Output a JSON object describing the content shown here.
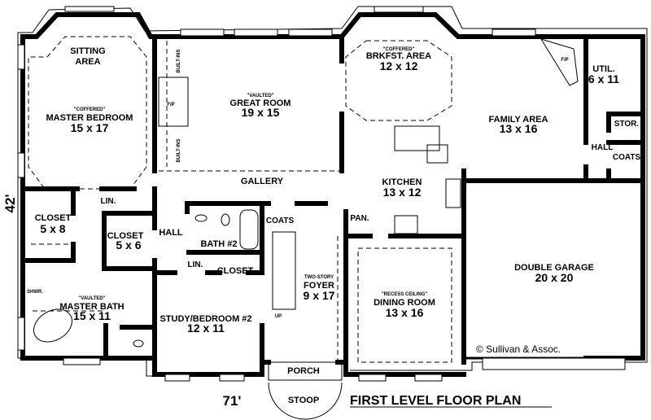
{
  "title": "FIRST LEVEL FLOOR PLAN",
  "copyright": "© Sullivan & Assoc.",
  "dimensions": {
    "width": "71'",
    "depth": "42'"
  },
  "rooms": {
    "sitting": {
      "name_1": "SITTING",
      "name_2": "AREA"
    },
    "master_bedroom": {
      "note": "\"COFFERED\"",
      "name": "MASTER BEDROOM",
      "size": "15 x 17"
    },
    "great_room": {
      "note": "\"VAULTED\"",
      "name": "GREAT ROOM",
      "size": "19 x 15"
    },
    "breakfast": {
      "note": "\"COFFERED\"",
      "name": "BRKFST. AREA",
      "size": "12 x 12"
    },
    "family": {
      "name": "FAMILY AREA",
      "size": "13 x 16"
    },
    "util": {
      "name": "UTIL.",
      "size": "6 x 11"
    },
    "stor": {
      "name": "STOR."
    },
    "hall_right": {
      "name": "HALL"
    },
    "coats_right": {
      "name": "COATS"
    },
    "kitchen": {
      "name": "KITCHEN",
      "size": "13 x 12"
    },
    "pantry": {
      "name": "PAN."
    },
    "gallery": {
      "name": "GALLERY"
    },
    "coats_foyer": {
      "name": "COATS"
    },
    "closet_1": {
      "name": "CLOSET",
      "size": "5 x 8"
    },
    "closet_2": {
      "name": "CLOSET",
      "size": "5 x 6"
    },
    "lin_1": {
      "name": "LIN."
    },
    "lin_2": {
      "name": "LIN."
    },
    "hall_left": {
      "name": "HALL"
    },
    "bath2": {
      "name": "BATH #2"
    },
    "closet_3": {
      "name": "CLOSET"
    },
    "foyer": {
      "note": "TWO-STORY",
      "name": "FOYER",
      "size": "9 x 17"
    },
    "stair": {
      "label": "UP"
    },
    "master_bath": {
      "note": "\"VAULTED\"",
      "name": "MASTER BATH",
      "size": "15 x 11"
    },
    "shower": {
      "name": "SHWR."
    },
    "study": {
      "name": "STUDY/BEDROOM #2",
      "size": "12 x 11"
    },
    "dining": {
      "note": "\"RECESS CEILING\"",
      "name": "DINING ROOM",
      "size": "13 x 16"
    },
    "garage": {
      "name": "DOUBLE GARAGE",
      "size": "20 x 20"
    },
    "porch": {
      "name": "PORCH"
    },
    "stoop": {
      "name": "STOOP"
    }
  },
  "fixtures": {
    "fireplace_1": "F/P",
    "fireplace_2": "F/P",
    "builtins": "BUILT-INS"
  }
}
